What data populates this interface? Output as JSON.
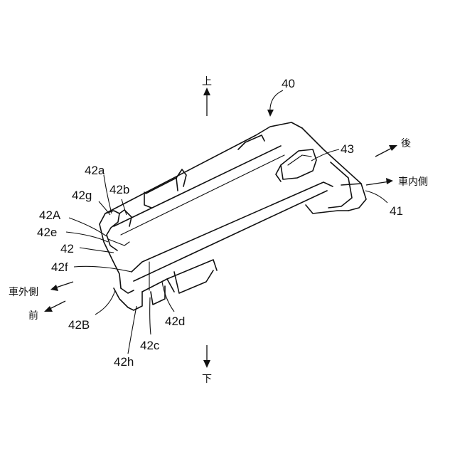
{
  "labels": {
    "n40": "40",
    "n41": "41",
    "n42": "42",
    "n42a": "42a",
    "n42b": "42b",
    "n42c": "42c",
    "n42d": "42d",
    "n42e": "42e",
    "n42f": "42f",
    "n42g": "42g",
    "n42h": "42h",
    "n42A": "42A",
    "n42B": "42B",
    "n43": "43"
  },
  "directions": {
    "up": "上",
    "down": "下",
    "rear": "後",
    "front": "前",
    "vehicle_inner": "車内側",
    "vehicle_outer": "車外側"
  }
}
